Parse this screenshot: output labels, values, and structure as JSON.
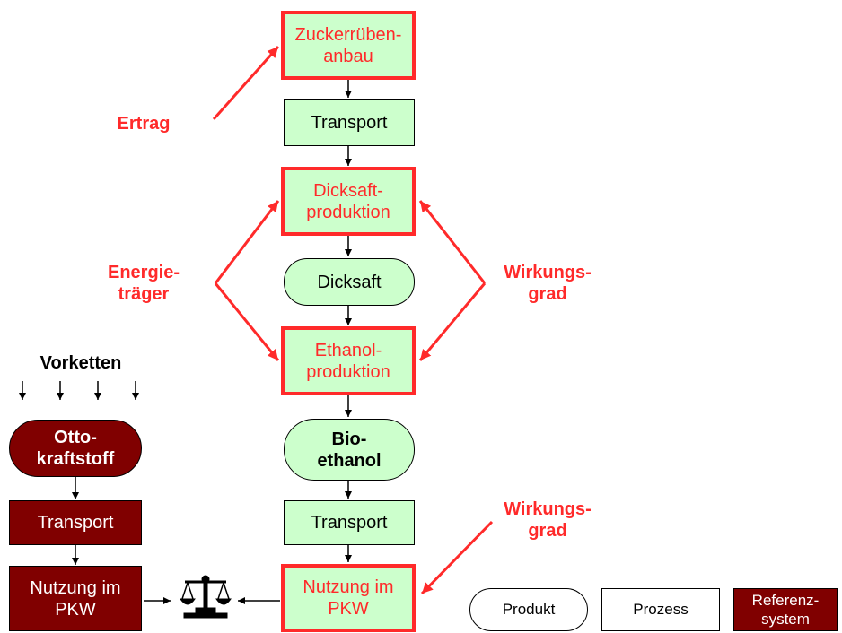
{
  "main_chain": {
    "zuckerrueben": [
      "Zuckerrüben-",
      "anbau"
    ],
    "transport1": "Transport",
    "dicksaftproduktion": [
      "Dicksaft-",
      "produktion"
    ],
    "dicksaft": "Dicksaft",
    "ethanolproduktion": [
      "Ethanol-",
      "produktion"
    ],
    "bioethanol": [
      "Bio-",
      "ethanol"
    ],
    "transport2": "Transport",
    "nutzung": [
      "Nutzung im",
      "PKW"
    ]
  },
  "reference_chain": {
    "vorketten": "Vorketten",
    "otto": [
      "Otto-",
      "kraftstoff"
    ],
    "transport": "Transport",
    "nutzung": [
      "Nutzung im",
      "PKW"
    ]
  },
  "annotations": {
    "ertrag": "Ertrag",
    "energietraeger": [
      "Energie-",
      "träger"
    ],
    "wirkungsgrad1": [
      "Wirkungs-",
      "grad"
    ],
    "wirkungsgrad2": [
      "Wirkungs-",
      "grad"
    ]
  },
  "legend": {
    "produkt": "Produkt",
    "prozess": "Prozess",
    "referenz": [
      "Referenz-",
      "system"
    ]
  },
  "icons": {
    "comparison": "balance-scale-icon"
  },
  "colors": {
    "process_fill": "#ccffcc",
    "highlight_red": "#ff2a2a",
    "reference_fill": "#800000"
  }
}
